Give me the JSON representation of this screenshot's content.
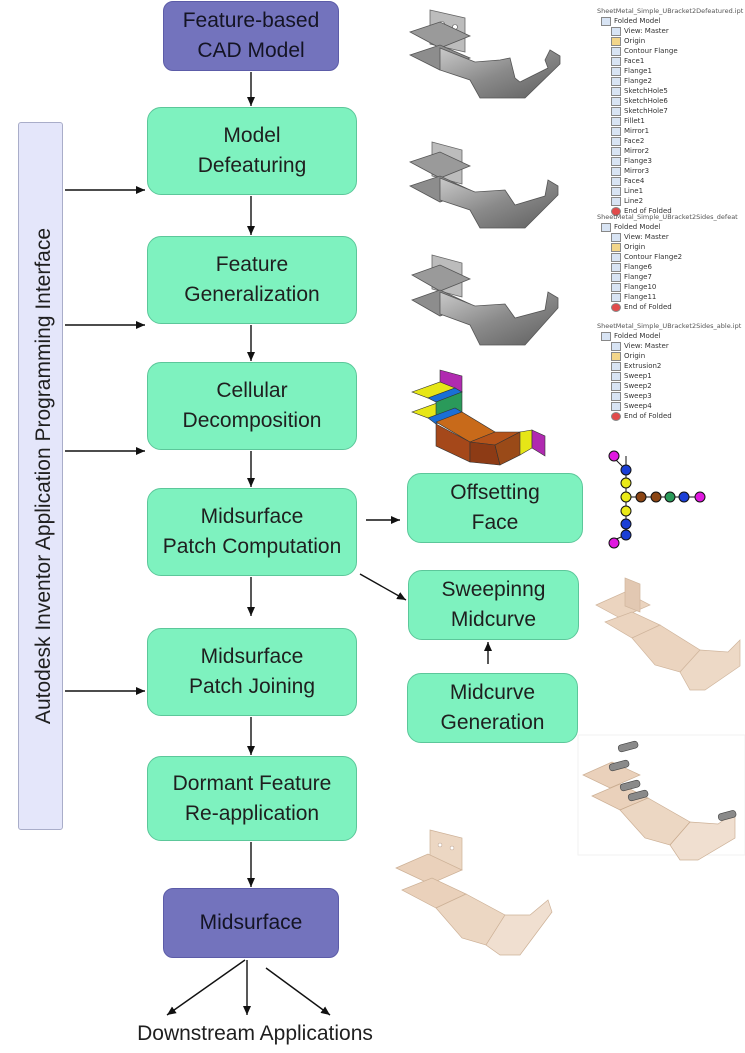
{
  "boxes": {
    "cad_model": "Feature-based\nCAD Model",
    "defeaturing": "Model\nDefeaturing",
    "generalization": "Feature\nGeneralization",
    "decomposition": "Cellular\nDecomposition",
    "patch_computation": "Midsurface\nPatch Computation",
    "offsetting_face": "Offsetting\nFace",
    "sweeping_midcurve": "Sweepinng\nMidcurve",
    "midcurve_generation": "Midcurve\nGeneration",
    "patch_joining": "Midsurface\nPatch Joining",
    "dormant_feature": "Dormant Feature\nRe-application",
    "midsurface": "Midsurface"
  },
  "api_label": "Autodesk Inventor Application Programming Interface",
  "downstream_label": "Downstream Applications",
  "tree1": {
    "title": "SheetMetal_Simple_UBracket2Defeatured.ipt",
    "items": [
      "Folded Model",
      "View: Master",
      "Origin",
      "Contour Flange",
      "Face1",
      "Flange1",
      "Flange2",
      "SketchHole5",
      "SketchHole6",
      "SketchHole7",
      "Fillet1",
      "Mirror1",
      "Face2",
      "Mirror2",
      "Flange3",
      "Mirror3",
      "Face4",
      "Line1",
      "Line2",
      "End of Folded"
    ]
  },
  "tree2": {
    "title": "SheetMetal_Simple_UBracket2Sides_defeat",
    "items": [
      "Folded Model",
      "View: Master",
      "Origin",
      "Contour Flange2",
      "Flange6",
      "Flange7",
      "Flange10",
      "Flange11",
      "End of Folded"
    ]
  },
  "tree3": {
    "title": "SheetMetal_Simple_UBracket2Sides_able.ipt",
    "items": [
      "Folded Model",
      "View: Master",
      "Origin",
      "Extrusion2",
      "Sweep1",
      "Sweep2",
      "Sweep3",
      "Sweep4",
      "End of Folded"
    ]
  },
  "colors": {
    "green_box": "#7ef2bf",
    "purple_box": "#7373bd",
    "api_bar": "#e4e6fa",
    "part_gray": "#8a8a8a",
    "midsurface_tan": "#e8cdb4"
  }
}
